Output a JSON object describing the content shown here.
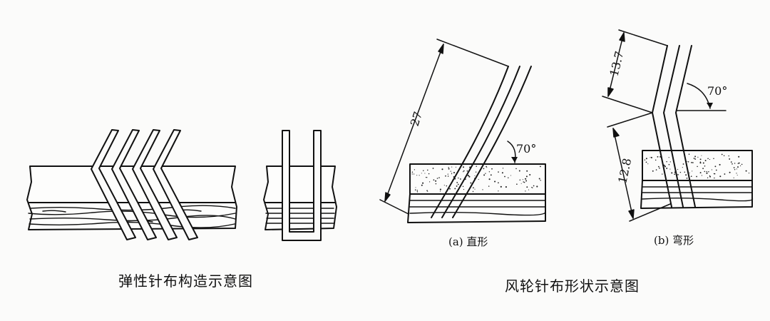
{
  "captions": {
    "elastic_card_clothing": "弹性针布构造示意图",
    "fan_wheel_card_clothing": "风轮针布形状示意图",
    "sub_a": "(a) 直形",
    "sub_b": "(b) 弯形"
  },
  "dimensions": {
    "straight_length": "27",
    "straight_angle": "70°",
    "bent_upper_length": "13.7",
    "bent_angle": "70°",
    "bent_lower_length": "12.8"
  },
  "colors": {
    "ink": "#111111",
    "paper": "#fbfbfa"
  }
}
